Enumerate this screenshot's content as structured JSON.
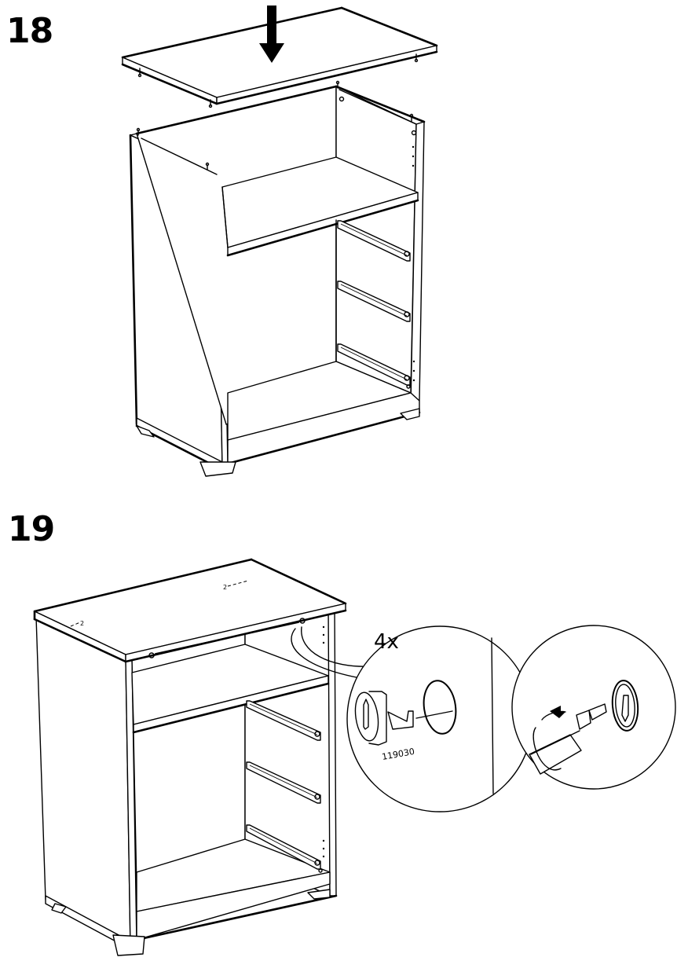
{
  "document": {
    "type": "assembly-instructions",
    "steps": [
      {
        "number": "18",
        "description_icons": [
          "top-panel",
          "down-arrow",
          "cabinet-frame",
          "drawer-runners"
        ]
      },
      {
        "number": "19",
        "callout": {
          "quantity": "4x",
          "part_number": "119030"
        },
        "description_icons": [
          "assembled-cabinet",
          "cam-lock-detail",
          "screwdriver-turn-detail"
        ]
      }
    ]
  }
}
